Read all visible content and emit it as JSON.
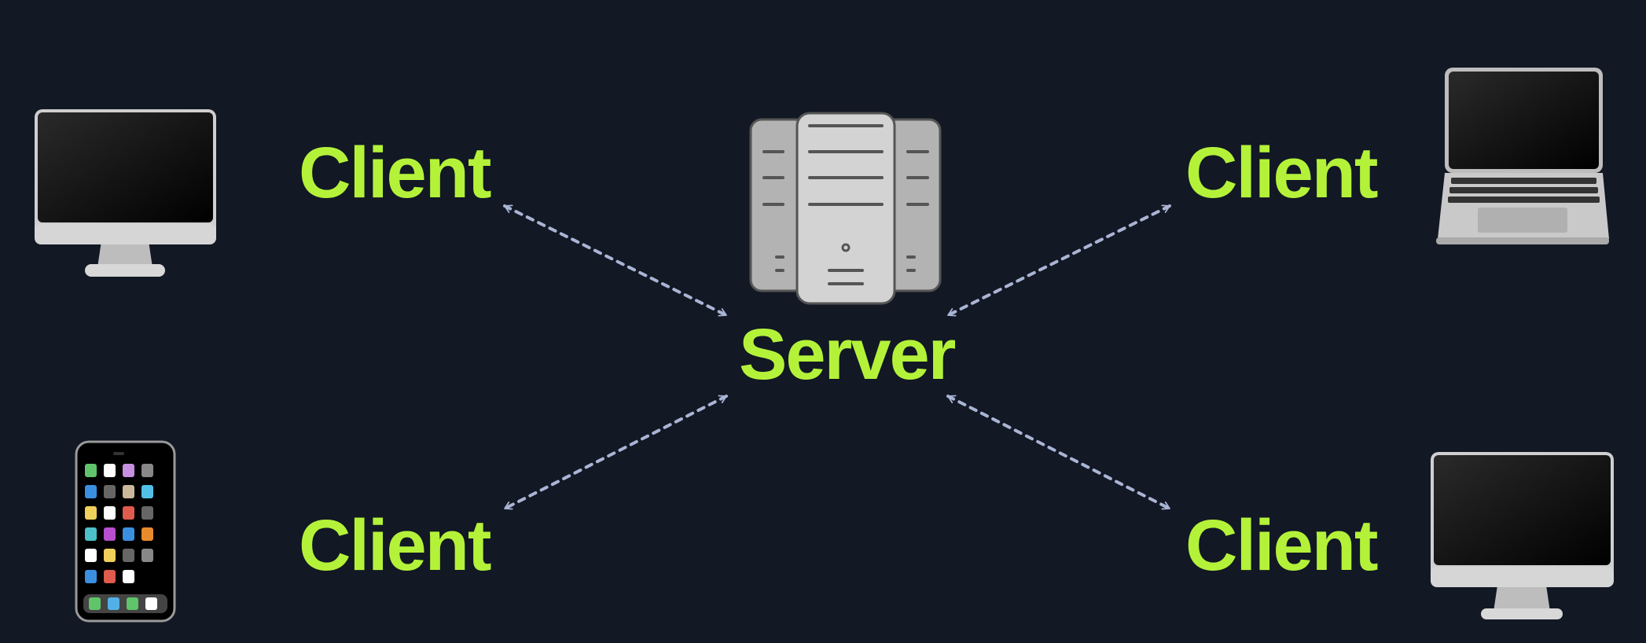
{
  "diagram": {
    "server_label": "Server",
    "clients": [
      {
        "label": "Client",
        "device": "desktop-icon"
      },
      {
        "label": "Client",
        "device": "laptop-icon"
      },
      {
        "label": "Client",
        "device": "phone-icon"
      },
      {
        "label": "Client",
        "device": "desktop-icon"
      }
    ],
    "colors": {
      "background": "#121824",
      "label": "#b4f23a",
      "arrow": "#aab4d4"
    }
  }
}
